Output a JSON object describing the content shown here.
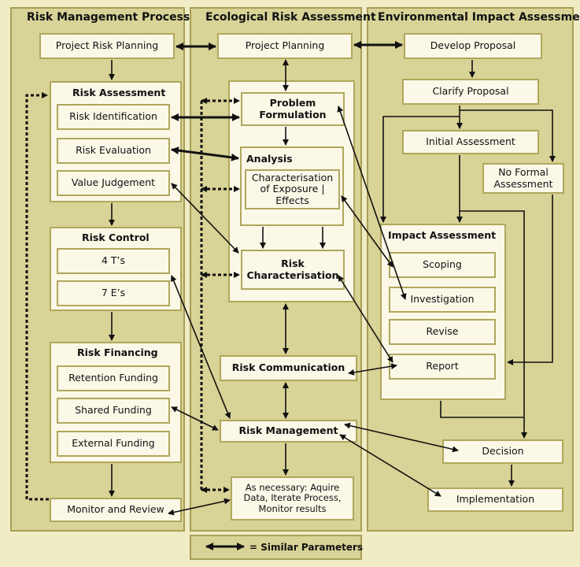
{
  "columns": {
    "rmp_title": "Risk Management Process",
    "era_title": "Ecological Risk Assessment",
    "eia_title": "Environmental Impact Assessment"
  },
  "rmp": {
    "project_risk_planning": "Project Risk Planning",
    "risk_assessment": "Risk Assessment",
    "risk_identification": "Risk Identification",
    "risk_evaluation": "Risk Evaluation",
    "value_judgement": "Value Judgement",
    "risk_control": "Risk Control",
    "four_ts": "4 T’s",
    "seven_es": "7 E’s",
    "risk_financing": "Risk Financing",
    "retention_funding": "Retention Funding",
    "shared_funding": "Shared Funding",
    "external_funding": "External Funding",
    "monitor_review": "Monitor and Review"
  },
  "era": {
    "project_planning": "Project Planning",
    "problem_formulation": "Problem Formulation",
    "analysis": "Analysis",
    "characterisation": "Characterisation of Exposure | Effects",
    "risk_characterisation": "Risk Characterisation",
    "risk_communication": "Risk Communication",
    "risk_management": "Risk Management",
    "as_necessary": "As necessary: Aquire Data, Iterate Process, Monitor results"
  },
  "eia": {
    "develop_proposal": "Develop Proposal",
    "clarify_proposal": "Clarify Proposal",
    "initial_assessment": "Initial Assessment",
    "no_formal_assessment": "No Formal Assessment",
    "impact_assessment": "Impact Assessment",
    "scoping": "Scoping",
    "investigation": "Investigation",
    "revise": "Revise",
    "report": "Report",
    "decision": "Decision",
    "implementation": "Implementation"
  },
  "legend": {
    "similar_parameters": "= Similar Parameters"
  }
}
